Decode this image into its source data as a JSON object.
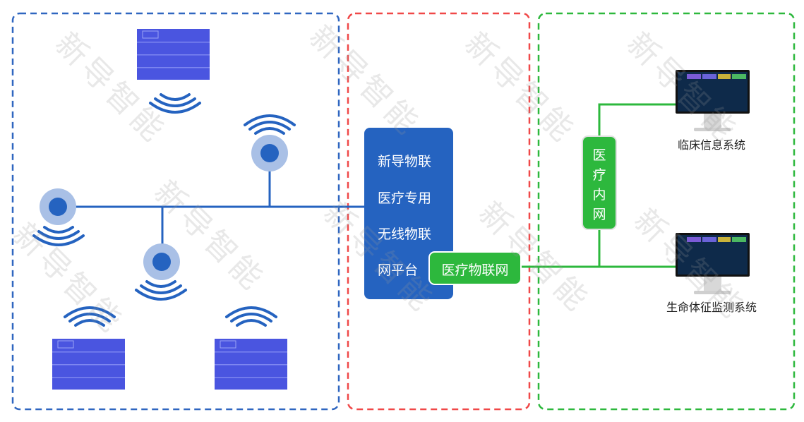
{
  "platform": {
    "lines": [
      "新导物联",
      "医疗专用",
      "无线物联",
      "网平台"
    ]
  },
  "iot_label": "医疗物联网",
  "intranet_label": [
    "医",
    "疗",
    "内",
    "网"
  ],
  "systems": [
    {
      "label": "临床信息系统"
    },
    {
      "label": "生命体征监测系统"
    }
  ],
  "watermark": "新导智能",
  "colors": {
    "blue": "#2563c0",
    "red": "#f04848",
    "green": "#2db83d",
    "node_halo": "#a9c0e6",
    "pad": "#4a55e0"
  }
}
